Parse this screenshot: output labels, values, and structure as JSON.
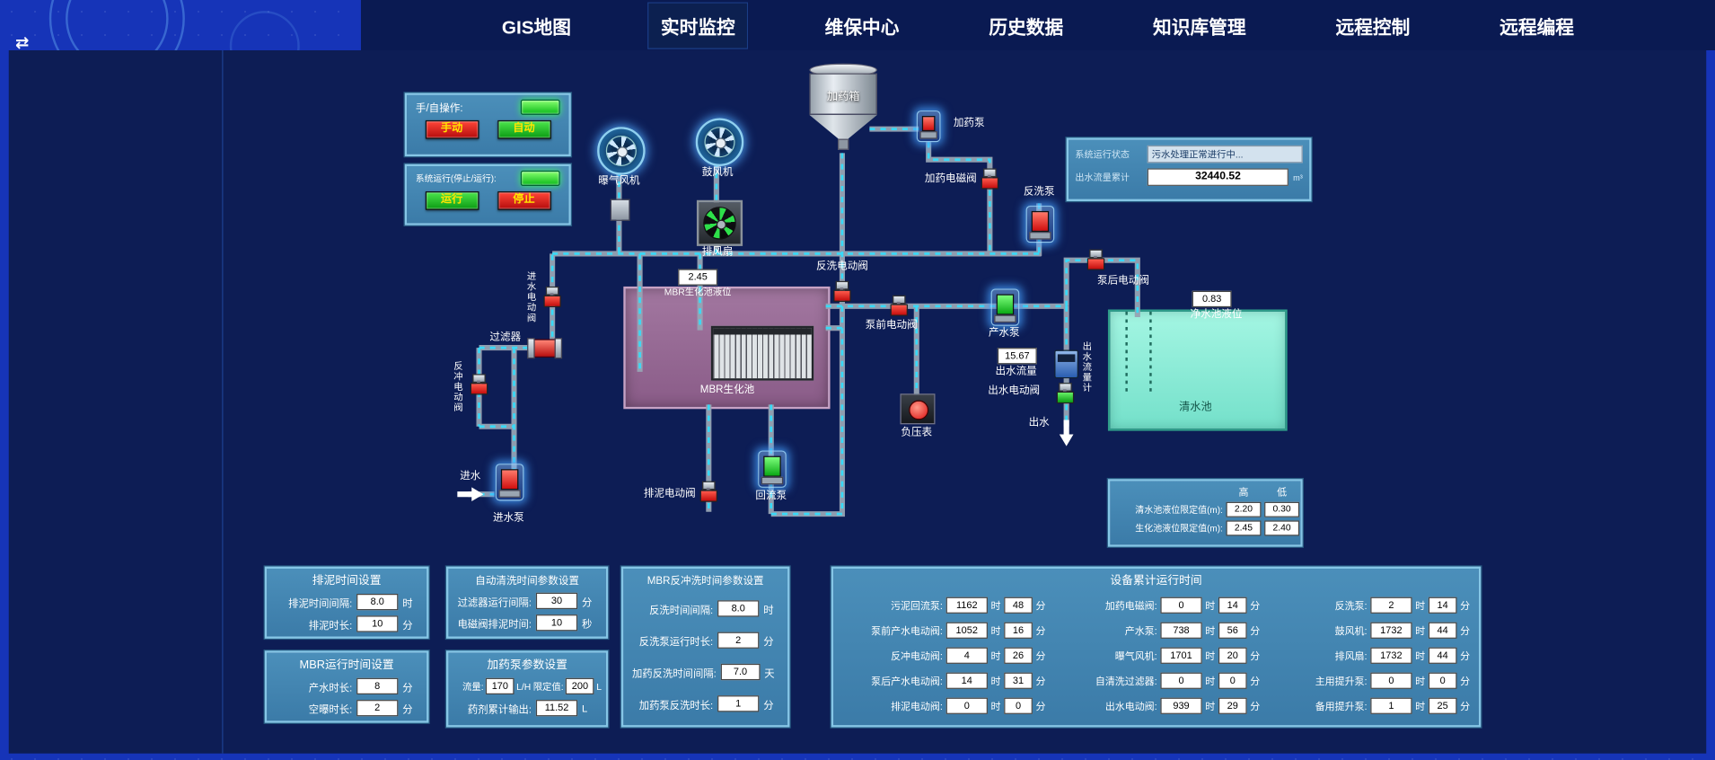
{
  "nav": {
    "items": [
      {
        "label": "GIS地图"
      },
      {
        "label": "实时监控"
      },
      {
        "label": "维保中心"
      },
      {
        "label": "历史数据"
      },
      {
        "label": "知识库管理"
      },
      {
        "label": "远程控制"
      },
      {
        "label": "远程编程"
      }
    ]
  },
  "icons": {
    "collapse": "⇄"
  },
  "colors": {
    "accent_cyan": "#2fe0ff",
    "alarm_red": "#d00f0f",
    "run_green": "#0aa814",
    "panel_blue": "#4b8fba",
    "mbr_purple": "#9a6b98",
    "clean_cyan": "#8df0d8"
  },
  "control": {
    "manual_auto_label": "手/自操作:",
    "manual_btn": "手动",
    "auto_btn": "自动",
    "run_stop_label": "系统运行(停止/运行):",
    "run_btn": "运行",
    "stop_btn": "停止"
  },
  "status": {
    "state_label": "系统运行状态",
    "state_value": "污水处理正常进行中...",
    "flow_total_label": "出水流量累计",
    "flow_total_value": "32440.52",
    "flow_total_unit": "m³"
  },
  "units": {
    "hour": "时",
    "minute": "分"
  },
  "devices": {
    "aeration_blower": "曝气风机",
    "blower": "鼓风机",
    "exhaust_fan": "排风扇",
    "dosing_tank": "加药箱",
    "dosing_pump": "加药泵",
    "dosing_solenoid_valve": "加药电磁阀",
    "backwash_pump": "反洗泵",
    "backwash_valve": "反洗电动阀",
    "mbr_tank": "MBR生化池",
    "inlet_valve": "进水电动阀",
    "filter": "过滤器",
    "backflush_valve": "反冲电动阀",
    "inlet": "进水",
    "inlet_pump": "进水泵",
    "sludge_valve": "排泥电动阀",
    "recirculation_pump": "回流泵",
    "prepump_valve": "泵前电动阀",
    "product_pump": "产水泵",
    "postpump_valve": "泵后电动阀",
    "vacuum_gauge": "负压表",
    "outlet_flow_meter": "出水流量计",
    "outlet_valve": "出水电动阀",
    "outlet": "出水",
    "clean_tank": "清水池"
  },
  "readings": {
    "mbr_level_label": "MBR生化池液位",
    "mbr_level": "2.45",
    "clean_level_label": "净水池液位",
    "clean_level": "0.83",
    "outlet_flow_label": "出水流量",
    "outlet_flow": "15.67"
  },
  "limits": {
    "high": "高",
    "low": "低",
    "rows": [
      {
        "label": "清水池液位限定值(m):",
        "high": "2.20",
        "low": "0.30"
      },
      {
        "label": "生化池液位限定值(m):",
        "high": "2.45",
        "low": "2.40"
      }
    ]
  },
  "panels": {
    "sludge": {
      "title": "排泥时间设置",
      "rows": [
        {
          "label": "排泥时间间隔:",
          "value": "8.0",
          "unit": "时"
        },
        {
          "label": "排泥时长:",
          "value": "10",
          "unit": "分"
        }
      ]
    },
    "mbr_run": {
      "title": "MBR运行时间设置",
      "rows": [
        {
          "label": "产水时长:",
          "value": "8",
          "unit": "分"
        },
        {
          "label": "空曝时长:",
          "value": "2",
          "unit": "分"
        }
      ]
    },
    "auto_clean": {
      "title": "自动清洗时间参数设置",
      "rows": [
        {
          "label": "过滤器运行间隔:",
          "value": "30",
          "unit": "分"
        },
        {
          "label": "电磁阀排泥时间:",
          "value": "10",
          "unit": "秒"
        }
      ]
    },
    "dosing": {
      "title": "加药泵参数设置",
      "flow_label": "流量:",
      "flow_value": "170",
      "flow_unit": "L/H",
      "limit_label": "限定值:",
      "limit_value": "200",
      "limit_unit": "L",
      "total_label": "药剂累计输出:",
      "total_value": "11.52",
      "total_unit": "L"
    },
    "mbr_backwash": {
      "title": "MBR反冲洗时间参数设置",
      "rows": [
        {
          "label": "反洗时间间隔:",
          "value": "8.0",
          "unit": "时"
        },
        {
          "label": "反洗泵运行时长:",
          "value": "2",
          "unit": "分"
        },
        {
          "label": "加药反洗时间间隔:",
          "value": "7.0",
          "unit": "天"
        },
        {
          "label": "加药泵反洗时长:",
          "value": "1",
          "unit": "分"
        }
      ]
    }
  },
  "runtime": {
    "title": "设备累计运行时间",
    "col1": [
      {
        "label": "污泥回流泵:",
        "hours": "1162",
        "mins": "48"
      },
      {
        "label": "泵前产水电动阀:",
        "hours": "1052",
        "mins": "16"
      },
      {
        "label": "反冲电动阀:",
        "hours": "4",
        "mins": "26"
      },
      {
        "label": "泵后产水电动阀:",
        "hours": "14",
        "mins": "31"
      },
      {
        "label": "排泥电动阀:",
        "hours": "0",
        "mins": "0"
      }
    ],
    "col2": [
      {
        "label": "加药电磁阀:",
        "hours": "0",
        "mins": "14"
      },
      {
        "label": "产水泵:",
        "hours": "738",
        "mins": "56"
      },
      {
        "label": "曝气风机:",
        "hours": "1701",
        "mins": "20"
      },
      {
        "label": "自清洗过滤器:",
        "hours": "0",
        "mins": "0"
      },
      {
        "label": "出水电动阀:",
        "hours": "939",
        "mins": "29"
      }
    ],
    "col3": [
      {
        "label": "反洗泵:",
        "hours": "2",
        "mins": "14"
      },
      {
        "label": "鼓风机:",
        "hours": "1732",
        "mins": "44"
      },
      {
        "label": "排风扇:",
        "hours": "1732",
        "mins": "44"
      },
      {
        "label": "主用提升泵:",
        "hours": "0",
        "mins": "0"
      },
      {
        "label": "备用提升泵:",
        "hours": "1",
        "mins": "25"
      }
    ]
  }
}
